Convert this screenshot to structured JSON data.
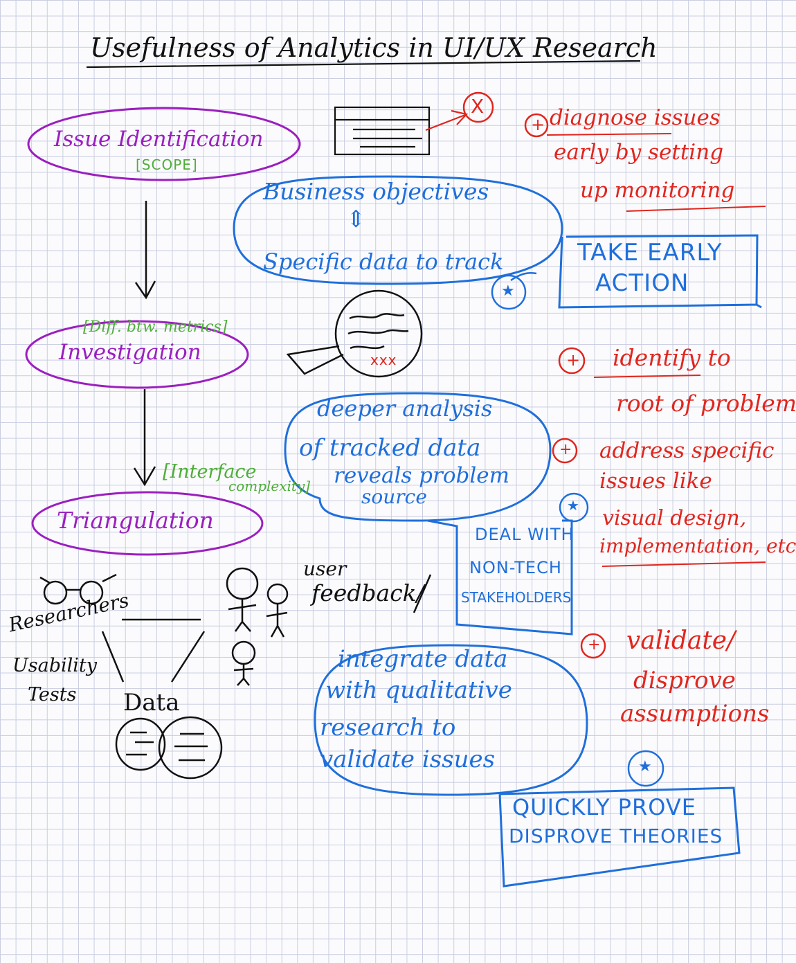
{
  "title": "Usefulness of Analytics in UI/UX Research",
  "colors": {
    "ink": "#111111",
    "purple": "#9b1fbf",
    "blue": "#1f6fdb",
    "red": "#e0261e",
    "green": "#4fae3a",
    "grid": "#c9cde0"
  },
  "stages": {
    "issue_identification": {
      "label": "Issue Identification",
      "note": "[SCOPE]"
    },
    "investigation": {
      "label": "Investigation",
      "note": "[Diff. btw. metrics]"
    },
    "triangulation": {
      "label": "Triangulation",
      "note_line1": "[Interface",
      "note_line2": "complexity]"
    }
  },
  "blue_bubbles": {
    "business": {
      "line1": "Business objectives",
      "arrow": "⇕",
      "line2": "Specific data to track"
    },
    "deeper": {
      "line1": "deeper analysis",
      "line2": "of tracked data",
      "line3": "reveals problem",
      "line4": "source"
    },
    "integrate": {
      "line1": "integrate data",
      "line2": "with qualitative",
      "line3": "research to",
      "line4": "validate issues"
    }
  },
  "blue_boxes": {
    "early_action": {
      "line1": "TAKE EARLY",
      "line2": "ACTION"
    },
    "non_tech": {
      "line1": "DEAL WITH",
      "line2": "NON-TECH",
      "line3": "STAKEHOLDERS"
    },
    "quick_prove": {
      "line1": "QUICKLY PROVE",
      "line2": "DISPROVE THEORIES"
    }
  },
  "benefits": {
    "diagnose": {
      "line1": "diagnose issues",
      "line2": "early by setting",
      "line3": "up monitoring"
    },
    "identify": {
      "line1": "identify to",
      "line2": "root of problem"
    },
    "address": {
      "line1": "address specific",
      "line2": "issues like",
      "line3": "visual design,",
      "line4": "implementation, etc"
    },
    "validate": {
      "line1": "validate/",
      "line2": "disprove",
      "line3": "assumptions"
    }
  },
  "triangle": {
    "researchers": "Researchers",
    "usability": "Usability",
    "tests": "Tests",
    "data": "Data",
    "user": "user",
    "feedback": "feedback/"
  },
  "marks": {
    "x": "X",
    "xxx": "xxx",
    "plus": "+",
    "star": "★"
  }
}
